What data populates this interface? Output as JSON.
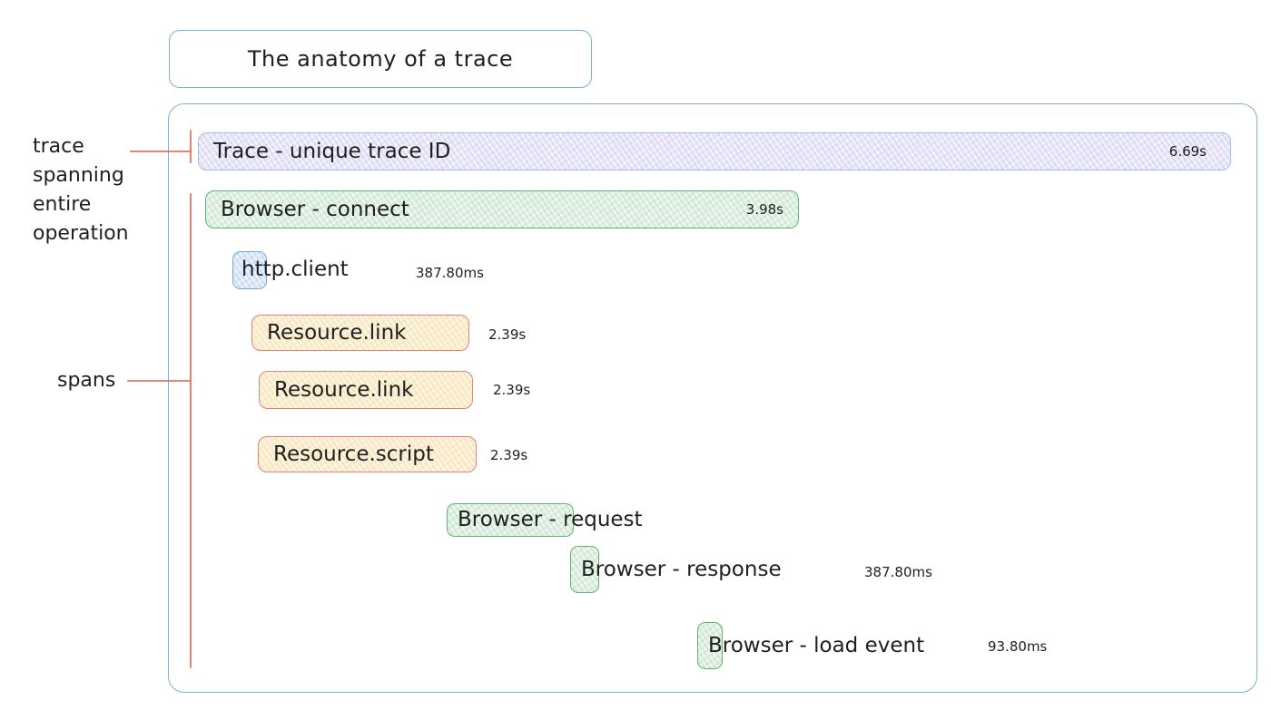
{
  "title": "The anatomy of a trace",
  "annotations": {
    "trace": "trace\nspanning\nentire\noperation",
    "spans": "spans"
  },
  "trace_bar": {
    "label": "Trace - unique trace ID",
    "duration": "6.69s"
  },
  "spans": [
    {
      "id": "browser-connect",
      "label": "Browser - connect",
      "duration": "3.98s"
    },
    {
      "id": "http-client",
      "label": "http.client",
      "duration": "387.80ms"
    },
    {
      "id": "resource-link-1",
      "label": "Resource.link",
      "duration": "2.39s"
    },
    {
      "id": "resource-link-2",
      "label": "Resource.link",
      "duration": "2.39s"
    },
    {
      "id": "resource-script",
      "label": "Resource.script",
      "duration": "2.39s"
    },
    {
      "id": "browser-request",
      "label": "Browser - request"
    },
    {
      "id": "browser-response",
      "label": "Browser - response",
      "duration": "387.80ms"
    },
    {
      "id": "browser-load-event",
      "label": "Browser - load event",
      "duration": "93.80ms"
    }
  ],
  "colors": {
    "frame_border": "#7cafe0",
    "trace_fill": "#f4f2fc",
    "trace_border": "#9dc1e6",
    "green_fill": "#edf7ef",
    "green_border": "#63b274",
    "yellow_fill": "#fdf5e1",
    "yellow_border": "#e3837a",
    "blue_fill": "#eaf2fb",
    "blue_border": "#78a8dc",
    "annotation_line": "#e2635a",
    "text": "#1f1f1f"
  }
}
